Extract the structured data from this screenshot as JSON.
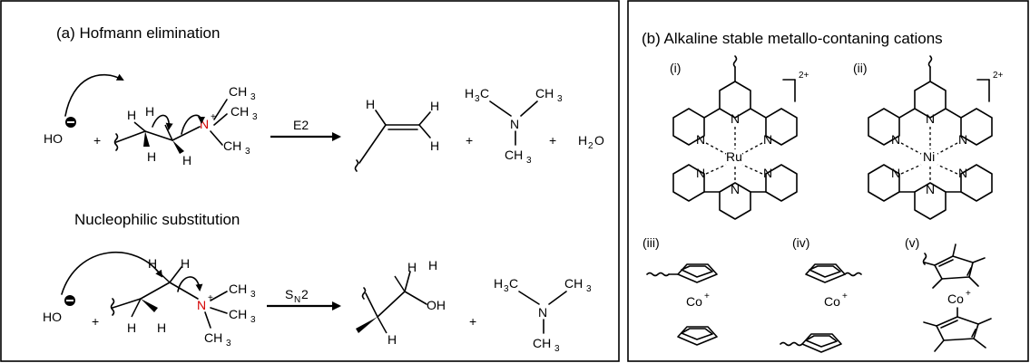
{
  "panel_a": {
    "title": "(a) Hofmann elimination",
    "subtitle": "Nucleophilic substitution",
    "e2_label": "E2",
    "sn2_label": "S",
    "sn2_sub": "N",
    "sn2_num": "2",
    "hydroxide": "HO",
    "plus": "+",
    "water": "H",
    "water_sub": "2",
    "water_o": "O",
    "nitrogen": "N",
    "charge_plus": "+",
    "methyl": "CH",
    "methyl_sub": "3",
    "methyl_left": "H",
    "methyl_left_sub": "3",
    "methyl_left_c": "C",
    "hydrogen": "H",
    "alcohol": "OH"
  },
  "panel_b": {
    "title": "(b) Alkaline stable metallo-contaning cations",
    "label_i": "(i)",
    "label_ii": "(ii)",
    "label_iii": "(iii)",
    "label_iv": "(iv)",
    "label_v": "(v)",
    "charge": "2+",
    "ru": "Ru",
    "ni": "Ni",
    "n": "N",
    "co": "Co",
    "co_plus": "+"
  }
}
